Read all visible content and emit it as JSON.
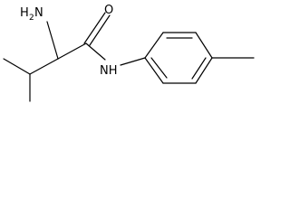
{
  "molecule": {
    "labels": {
      "amine_h": "H",
      "amine_sub": "2",
      "amine_n": "N",
      "carbonyl_o": "O",
      "amide_nh": "NH"
    }
  }
}
